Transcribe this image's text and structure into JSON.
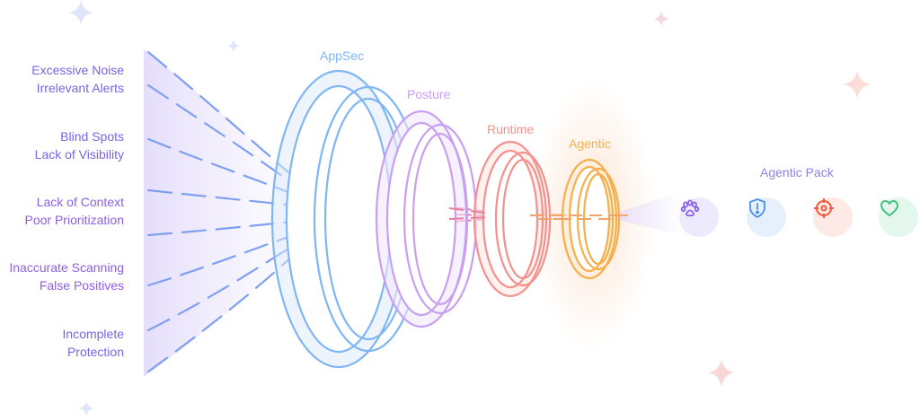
{
  "problems": [
    {
      "line1": "Excessive Noise",
      "line2": "Irrelevant Alerts"
    },
    {
      "line1": "Blind Spots",
      "line2": "Lack of Visibility"
    },
    {
      "line1": "Lack of Context",
      "line2": "Poor Prioritization"
    },
    {
      "line1": "Inaccurate Scanning",
      "line2": "False Positives"
    },
    {
      "line1": "Incomplete",
      "line2": "Protection"
    }
  ],
  "layers": [
    {
      "label": "AppSec",
      "color": "#7fb6f3"
    },
    {
      "label": "Posture",
      "color": "#c99ff0"
    },
    {
      "label": "Runtime",
      "color": "#f4918c"
    },
    {
      "label": "Agentic",
      "color": "#f5b04c"
    }
  ],
  "pack": {
    "title": "Agentic Pack",
    "items": [
      {
        "icon": "paw-icon",
        "color": "#8a63e8",
        "bg": "#eeeafd"
      },
      {
        "icon": "shield-alert-icon",
        "color": "#4a8fe6",
        "bg": "#e6f0fc"
      },
      {
        "icon": "crosshair-icon",
        "color": "#ee5a3c",
        "bg": "#fdeae6"
      },
      {
        "icon": "heart-icon",
        "color": "#3fc37a",
        "bg": "#e4f7ec"
      }
    ]
  }
}
